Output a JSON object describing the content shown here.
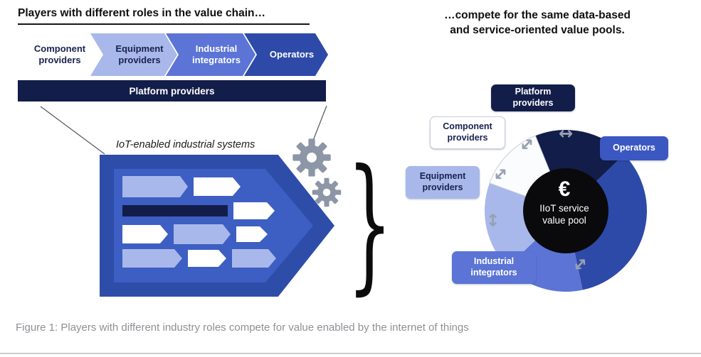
{
  "header": {
    "left_title": "Players with different roles in the value chain…",
    "right_title_line1": "…compete for the same data-based",
    "right_title_line2": "and service-oriented value pools."
  },
  "value_chain": {
    "steps": [
      {
        "label": "Component providers"
      },
      {
        "label": "Equipment providers"
      },
      {
        "label": "Industrial integrators"
      },
      {
        "label": "Operators"
      }
    ],
    "platform_label": "Platform providers"
  },
  "systems": {
    "label": "IoT-enabled industrial systems"
  },
  "connector": {
    "brace_glyph": "}"
  },
  "value_pool": {
    "center_symbol": "€",
    "center_line1": "IIoT service",
    "center_line2": "value pool",
    "arrow_glyph": "↔",
    "labels": {
      "platform": "Platform providers",
      "component": "Component providers",
      "operators": "Operators",
      "equipment": "Equipment providers",
      "industrial": "Industrial integrators"
    },
    "segments": [
      {
        "name": "platform",
        "start": -22,
        "end": 46,
        "color": "#131d49"
      },
      {
        "name": "operators",
        "start": 46,
        "end": 168,
        "color": "#2d4aa8"
      },
      {
        "name": "industrial",
        "start": 168,
        "end": 226,
        "color": "#5b74d6"
      },
      {
        "name": "equipment",
        "start": 226,
        "end": 290,
        "color": "#a9b8ea"
      },
      {
        "name": "component",
        "start": 290,
        "end": 338,
        "color": "#fbfcfe",
        "stroke": "#c7cdda"
      }
    ]
  },
  "caption": "Figure 1: Players with different industry roles compete for value enabled by the internet of things",
  "colors": {
    "navy": "#131d49",
    "royal_blue": "#2d4aa8",
    "medium_blue": "#5b74d6",
    "light_blue": "#a9b8ea",
    "arrow_gray": "#98a1b0",
    "caption_gray": "#8e9094",
    "center_black": "#0a0a0c"
  }
}
